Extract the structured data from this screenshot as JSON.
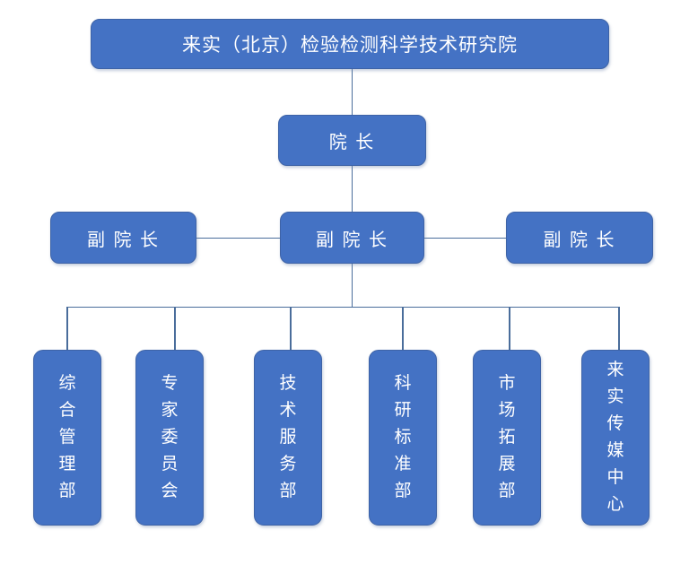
{
  "org_chart": {
    "root": {
      "label": "来实（北京）检验检测科学技术研究院"
    },
    "president": {
      "label": "院 长"
    },
    "vice_presidents": [
      {
        "label": "副 院 长"
      },
      {
        "label": "副 院 长"
      },
      {
        "label": "副 院 长"
      }
    ],
    "departments": [
      {
        "label": "综合管理部"
      },
      {
        "label": "专家委员会"
      },
      {
        "label": "技术服务部"
      },
      {
        "label": "科研标准部"
      },
      {
        "label": "市场拓展部"
      },
      {
        "label": "来实传媒中心"
      }
    ]
  },
  "colors": {
    "box_fill": "#4472C4",
    "box_border": "#3e63a6",
    "connector": "#4a6d9b",
    "text": "#ffffff",
    "background": "#ffffff"
  }
}
